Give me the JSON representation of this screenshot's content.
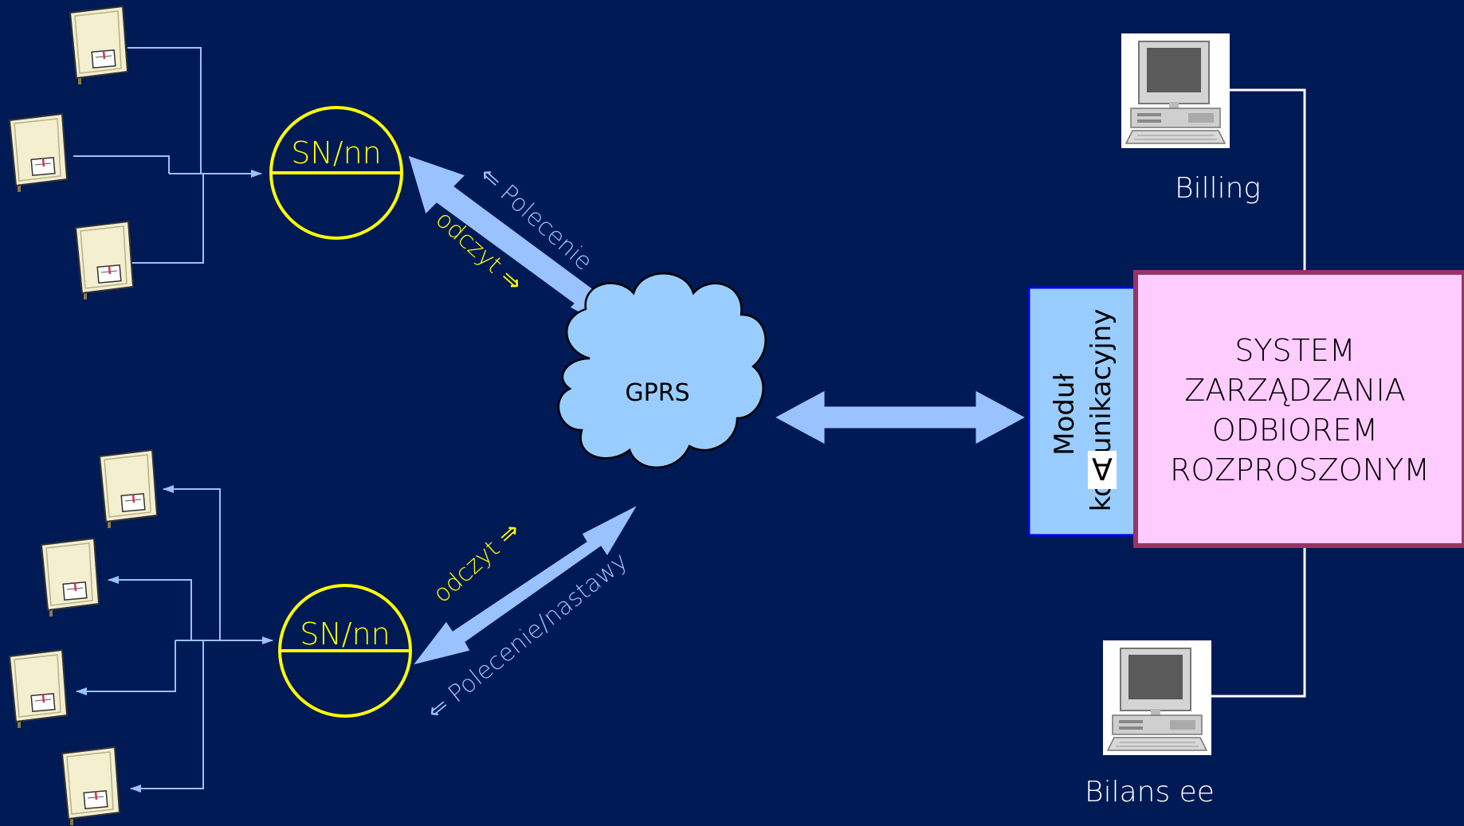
{
  "colors": {
    "background": "#001a55",
    "wire": "#99c2ff",
    "substation": "#ffff00",
    "thick_arrow": "#99c2ff",
    "cloud_fill": "#99ccff",
    "module_fill": "#99ccff",
    "module_border": "#0000ee",
    "system_fill": "#ffccff",
    "system_border": "#993366",
    "server_line": "#ffffff"
  },
  "substations": {
    "top": {
      "label": "SN/nn"
    },
    "bottom": {
      "label": "SN/nn"
    }
  },
  "links": {
    "top_command": "⇐ Polecenie",
    "top_read": "odczyt ⇒",
    "bottom_read": "odczyt ⇒",
    "bottom_command": "⇐ Polecenie/nastawy"
  },
  "network": {
    "label": "GPRS"
  },
  "comm_module": {
    "line1": "Moduł",
    "line2": "komunikacyjny",
    "symbol": "∀"
  },
  "system": {
    "line1": "SYSTEM",
    "line2": "ZARZĄDZANIA",
    "line3": "ODBIOREM",
    "line4": "ROZPROSZONYM"
  },
  "servers": {
    "billing": {
      "label": "Billing",
      "icon": "desktop-computer-icon"
    },
    "balance": {
      "label": "Bilans ee",
      "icon": "desktop-computer-icon"
    }
  },
  "meters": {
    "icon": "electricity-meter-icon"
  }
}
